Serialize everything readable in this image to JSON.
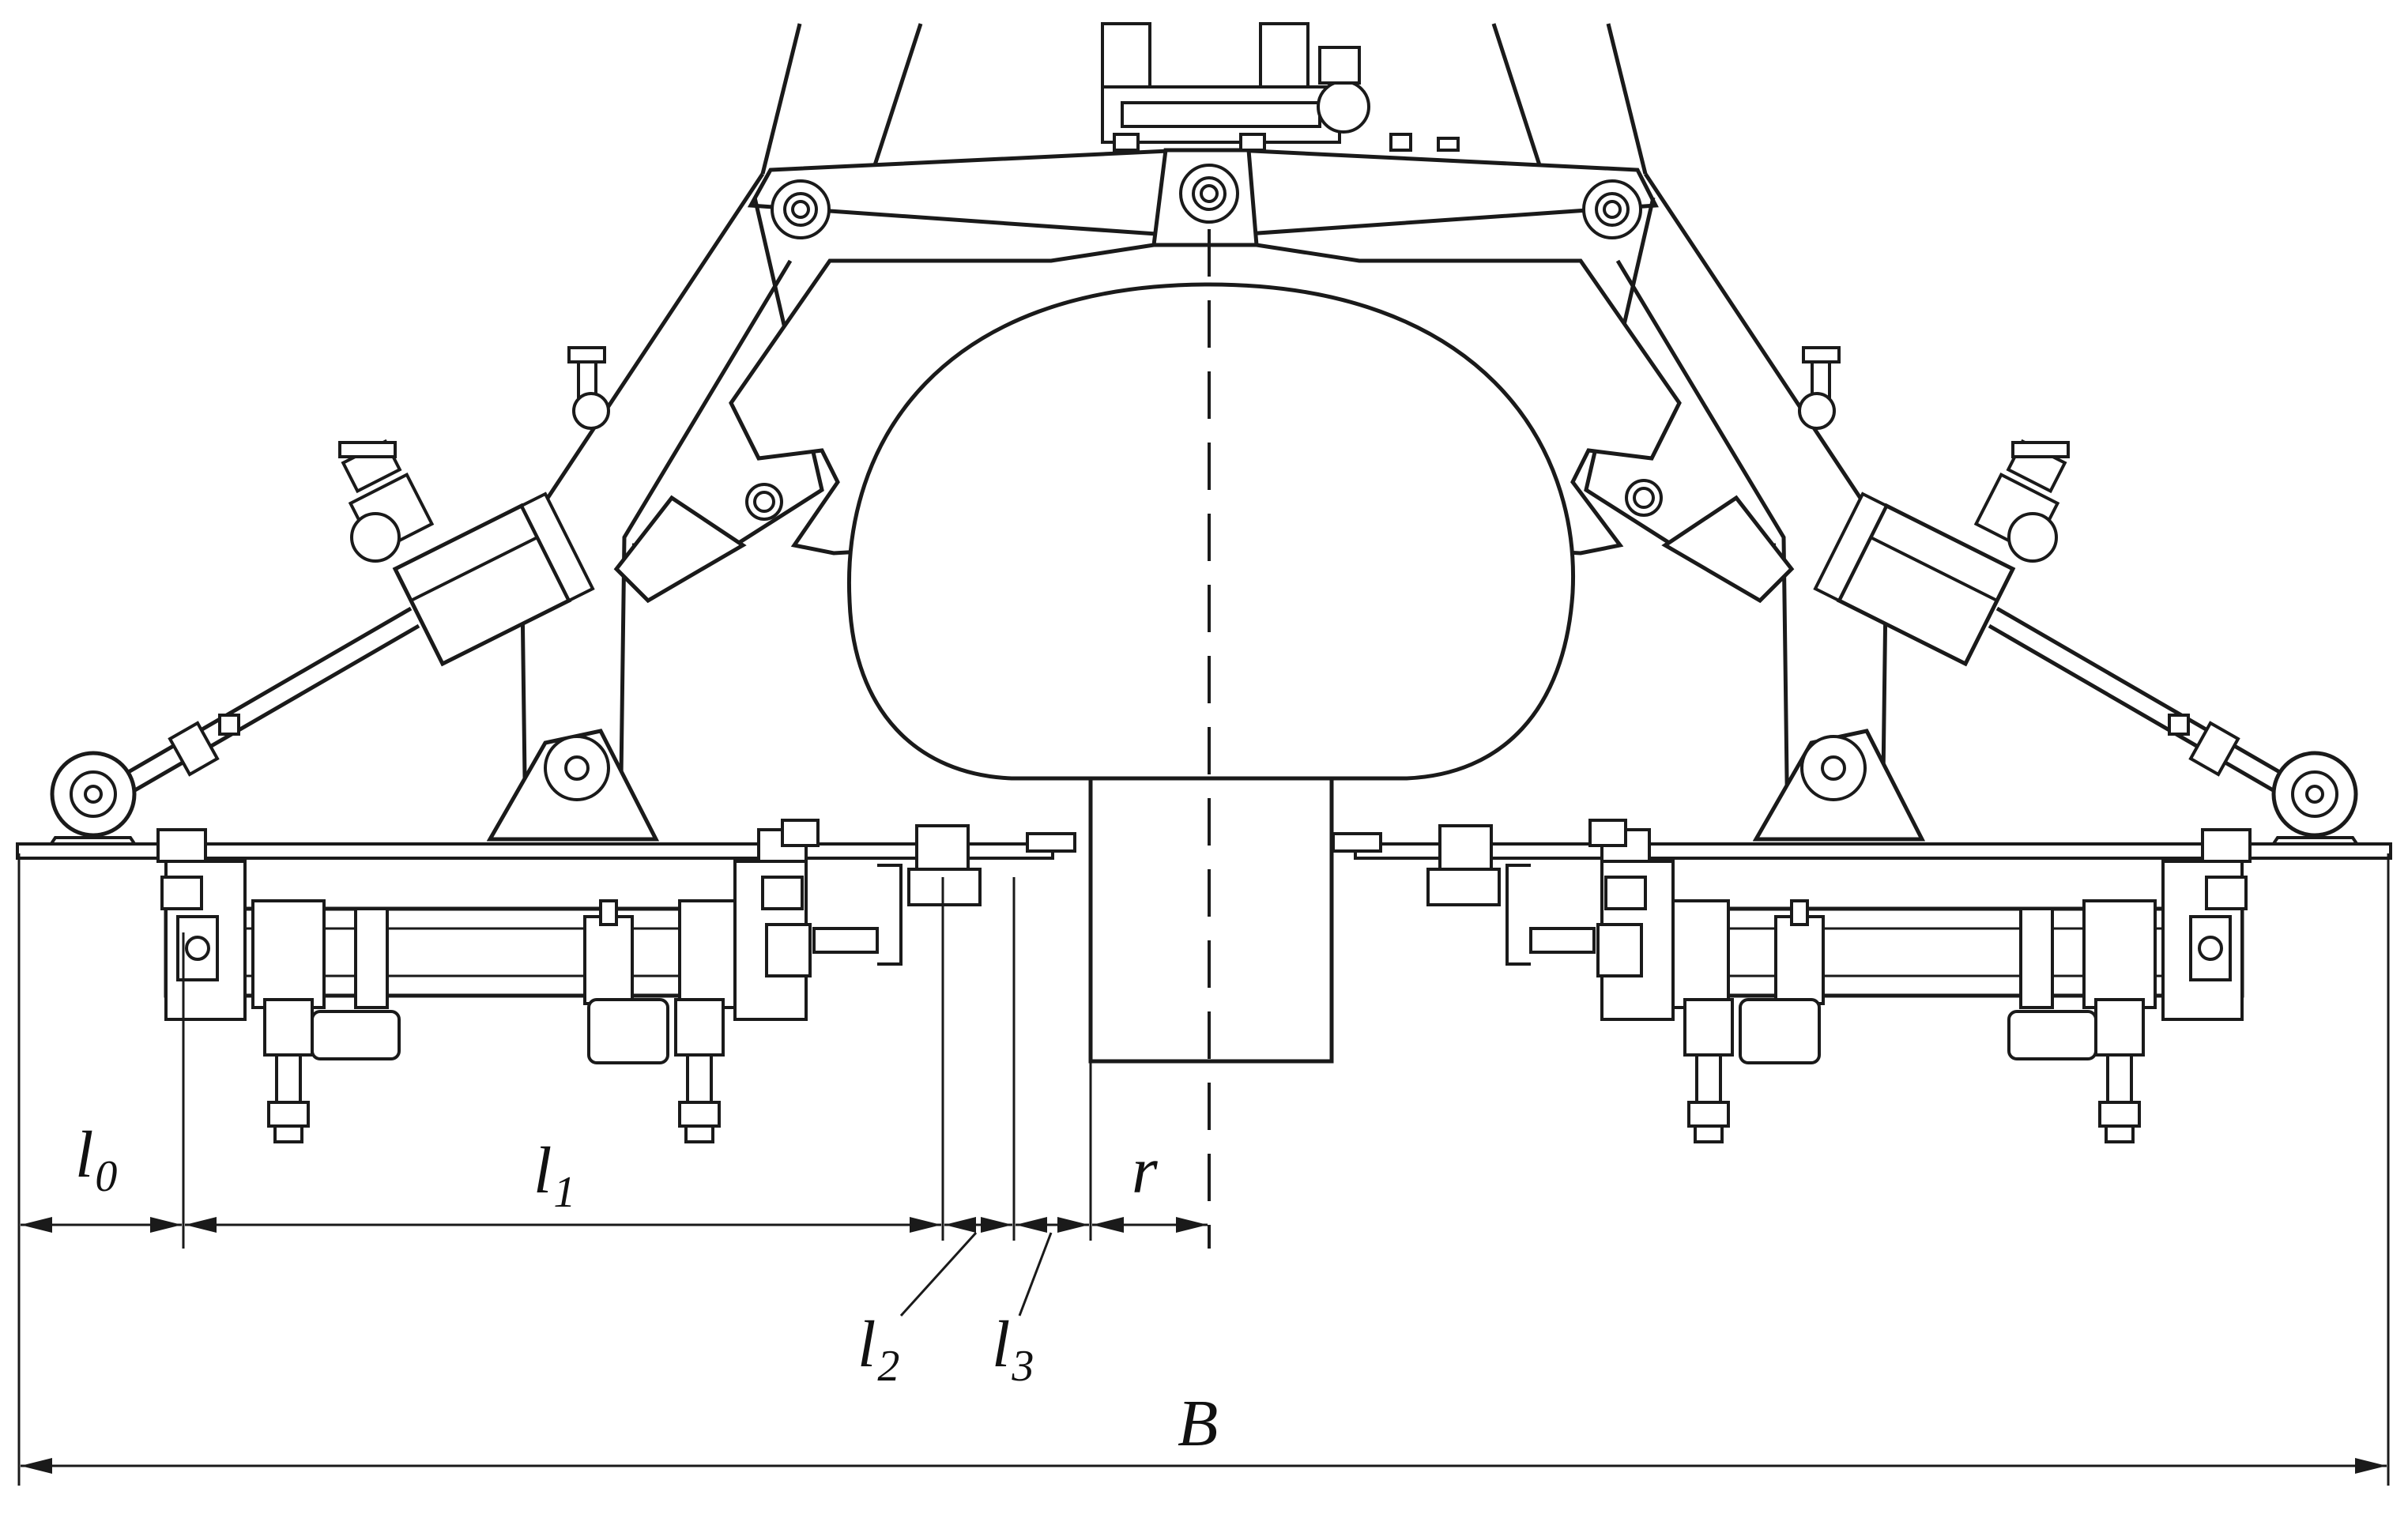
{
  "colors": {
    "line": "#1a1a1a",
    "background": "#ffffff"
  },
  "dimensions": {
    "l0": {
      "main": "l",
      "sub": "0"
    },
    "l1": {
      "main": "l",
      "sub": "1"
    },
    "l2": {
      "main": "l",
      "sub": "2"
    },
    "l3": {
      "main": "l",
      "sub": "3"
    },
    "r": {
      "main": "r",
      "sub": ""
    },
    "B": {
      "main": "B",
      "sub": ""
    }
  }
}
